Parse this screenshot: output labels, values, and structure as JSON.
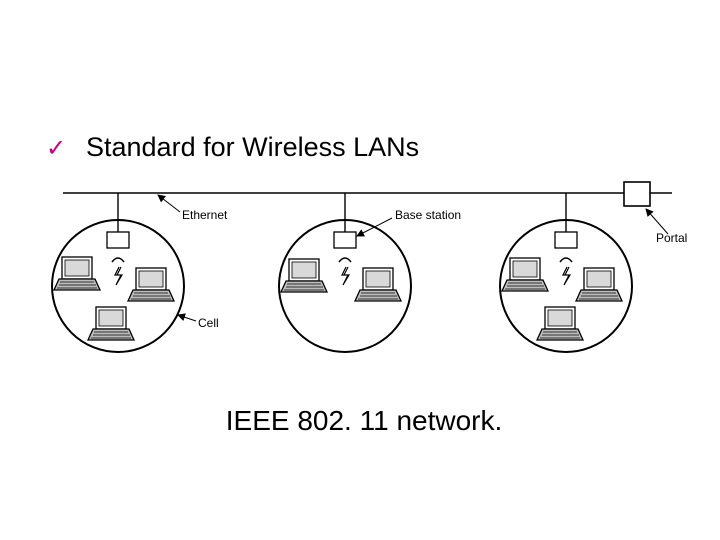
{
  "slide": {
    "bullet_icon": "checkmark-icon",
    "bullet_color": "#c8007a",
    "bullet_text": "Standard for Wireless LANs",
    "caption": "IEEE 802. 11 network."
  },
  "diagram": {
    "labels": {
      "ethernet": "Ethernet",
      "base_station": "Base station",
      "portal": "Portal",
      "cell": "Cell"
    },
    "cells": [
      {
        "name": "cell-1",
        "laptops": 3
      },
      {
        "name": "cell-2",
        "laptops": 2
      },
      {
        "name": "cell-3",
        "laptops": 3
      }
    ]
  }
}
